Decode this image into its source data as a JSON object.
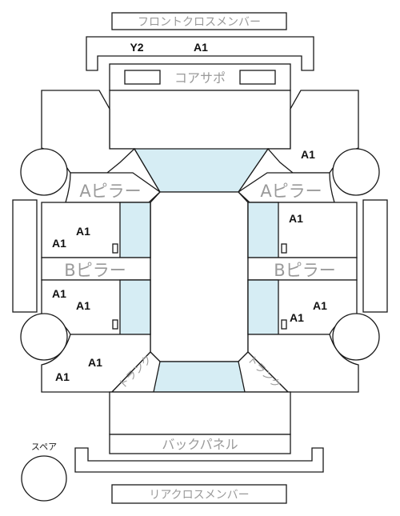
{
  "labels": {
    "front_cross_member": "フロントクロスメンバー",
    "core_support": "コアサポ",
    "a_pillar_left": "Aピラー",
    "a_pillar_right": "Aピラー",
    "b_pillar_left": "Bピラー",
    "b_pillar_right": "Bピラー",
    "back_panel": "バックパネル",
    "rear_cross_member": "リアクロスメンバー",
    "spare": "スペア",
    "trunk_left": "トランク",
    "trunk_right": "トランク"
  },
  "codes": {
    "front_member_y2": "Y2",
    "front_member_a1": "A1",
    "front_right_fender": "A1",
    "front_left_door_upper": "A1",
    "front_left_door_lower": "A1",
    "front_right_door": "A1",
    "rear_left_door_upper": "A1",
    "rear_left_door_lower": "A1",
    "rear_right_door_upper": "A1",
    "rear_right_door_lower": "A1",
    "rear_left_fender_upper": "A1",
    "rear_left_fender_lower": "A1"
  },
  "colors": {
    "outline": "#1a1a1a",
    "glass": "#d6edf4",
    "label_gray": "#9a9a9a",
    "code_text": "#111111"
  }
}
